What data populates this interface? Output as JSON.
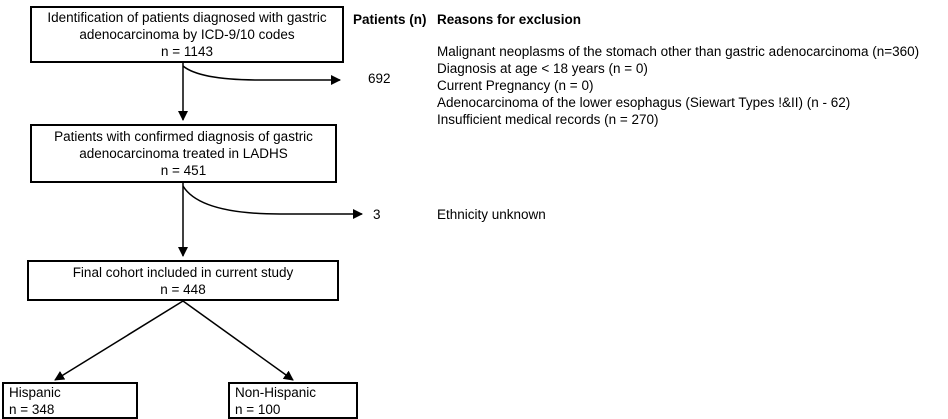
{
  "boxes": {
    "identification": {
      "lines": [
        "Identification of patients diagnosed with gastric",
        "adenocarcinoma by ICD-9/10 codes",
        "n = 1143"
      ]
    },
    "confirmed": {
      "lines": [
        "Patients with confirmed diagnosis of gastric",
        "adenocarcinoma treated in LADHS",
        "n = 451"
      ]
    },
    "final": {
      "lines": [
        "Final cohort included in current study",
        "n = 448"
      ]
    },
    "hispanic": {
      "lines": [
        "Hispanic",
        "n = 348"
      ]
    },
    "non_hispanic": {
      "lines": [
        "Non-Hispanic",
        "n = 100"
      ]
    }
  },
  "headers": {
    "patients": "Patients (n)",
    "reasons": "Reasons for exclusion"
  },
  "exclusions": {
    "first": {
      "count": "692",
      "reasons": [
        "Malignant neoplasms of the stomach other than gastric adenocarcinoma (n=360)",
        "Diagnosis at age < 18 years (n = 0)",
        "Current Pregnancy (n = 0)",
        "Adenocarcinoma of the lower esophagus (Siewart Types !&II) (n - 62)",
        "Insufficient medical records (n = 270)"
      ]
    },
    "second": {
      "count": "3",
      "reasons": [
        "Ethnicity unknown"
      ]
    }
  },
  "colors": {
    "line": "#000000",
    "background": "#ffffff"
  }
}
